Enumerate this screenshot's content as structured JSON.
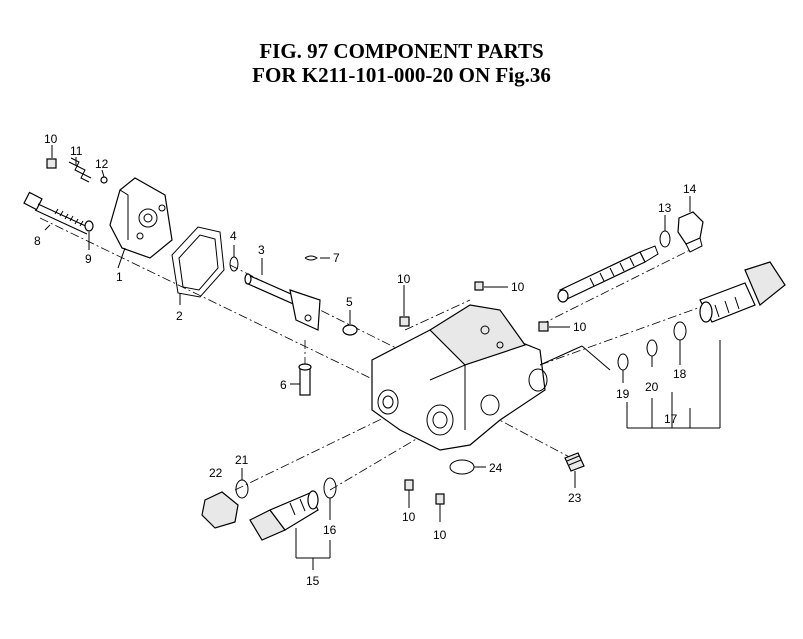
{
  "title": {
    "line1": "FIG. 97  COMPONENT PARTS",
    "line2": "FOR K211-101-000-20 ON Fig.36"
  },
  "callouts": {
    "c1": "1",
    "c2": "2",
    "c3": "3",
    "c4": "4",
    "c5": "5",
    "c6": "6",
    "c7": "7",
    "c8": "8",
    "c9": "9",
    "c10": "10",
    "c11": "11",
    "c12": "12",
    "c13": "13",
    "c14": "14",
    "c15": "15",
    "c16": "16",
    "c17": "17",
    "c18": "18",
    "c19": "19",
    "c20": "20",
    "c21": "21",
    "c22": "22",
    "c23": "23",
    "c24": "24"
  }
}
